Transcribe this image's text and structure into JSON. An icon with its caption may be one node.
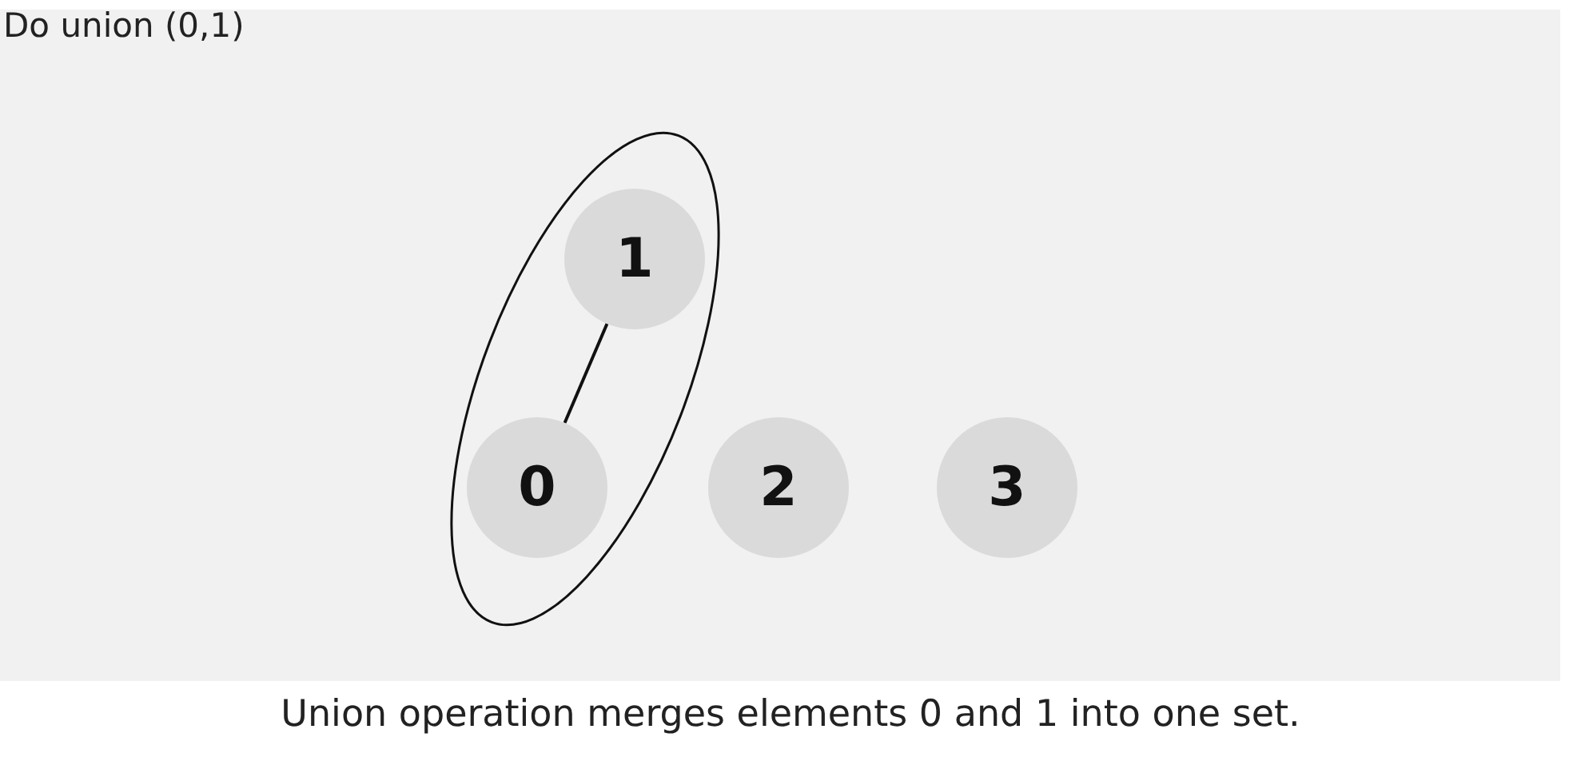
{
  "diagram": {
    "title": "Do union (0,1)",
    "caption": "Union operation merges elements 0 and 1 into one set.",
    "nodes": [
      {
        "text": [],
        "shape": "ellipse"
      },
      {
        "text": [
          "1"
        ],
        "in": 0
      },
      {
        "text": [
          "0"
        ],
        "in": 0
      },
      {
        "text": [
          "2"
        ]
      },
      {
        "text": [
          "3"
        ]
      }
    ],
    "edges": [
      {
        "from": 1,
        "to": 2,
        "arrow": "none"
      }
    ]
  }
}
